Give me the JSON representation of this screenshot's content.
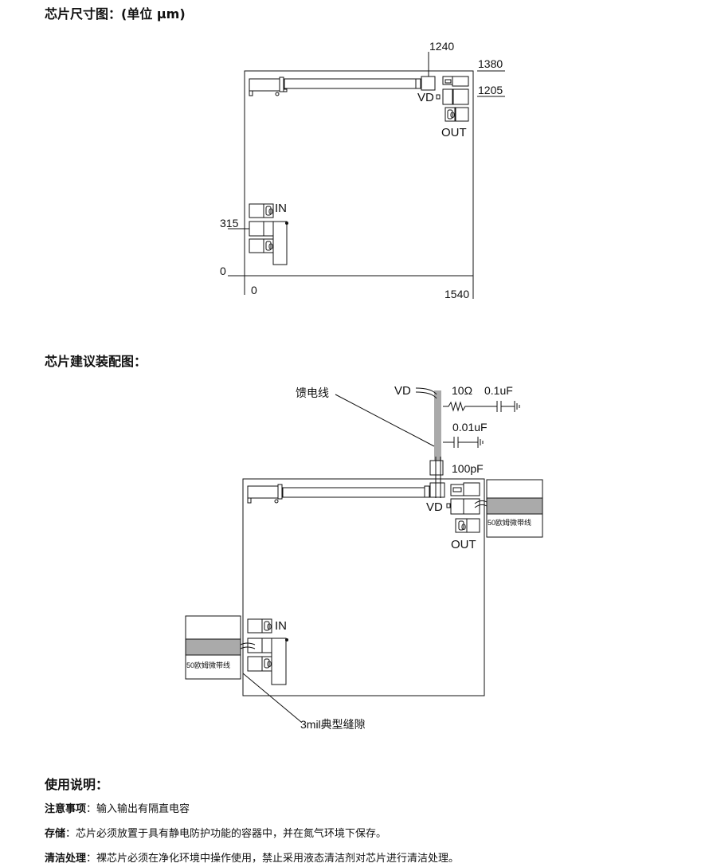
{
  "headings": {
    "chip_size": "芯片尺寸图：(单位 μm)",
    "assembly": "芯片建议装配图：",
    "usage": "使用说明："
  },
  "dims": {
    "top1": "1240",
    "top2": "1380",
    "right1": "1205",
    "left315": "315",
    "left0": "0",
    "bottom0": "0",
    "bottom1540": "1540"
  },
  "pads": {
    "vd": "VD",
    "out": "OUT",
    "in": "IN",
    "zero": "0"
  },
  "assembly": {
    "feed_label": "馈电线",
    "vd": "VD",
    "r": "10Ω",
    "c1": "0.1uF",
    "c2": "0.01uF",
    "c3": "100pF",
    "vd2": "VD",
    "out": "OUT",
    "in": "IN",
    "microstrip": "50欧姆微带线",
    "gap": "3mil典型缝隙"
  },
  "notes": [
    {
      "label": "注意事项",
      "text": "：输入输出有隔直电容"
    },
    {
      "label": "存储",
      "text": "：芯片必须放置于具有静电防护功能的容器中，并在氮气环境下保存。"
    },
    {
      "label": "清洁处理",
      "text": "：裸芯片必须在净化环境中操作使用，禁止采用液态清洁剂对芯片进行清洁处理。"
    }
  ]
}
